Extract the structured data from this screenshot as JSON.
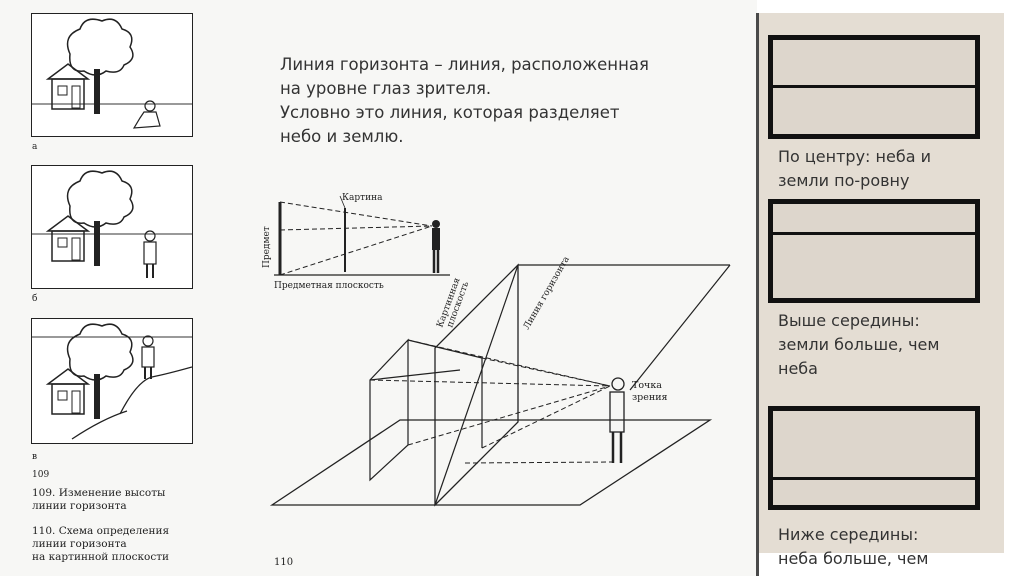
{
  "main": {
    "definition_lines": [
      "Линия горизонта – линия, расположенная",
      "на уровне глаз зрителя.",
      "Условно это линия, которая разделяет",
      "небо и землю."
    ]
  },
  "figure_left": {
    "label_a": "а",
    "label_b": "б",
    "label_c": "в",
    "fig_number": "109",
    "caption_109": "109. Изменение высоты линии горизонта",
    "caption_110_lines": [
      "110. Схема определения",
      "линии горизонта",
      "на картинной плоскости"
    ],
    "caption_109_lines": [
      "109. Изменение высоты",
      "линии горизонта"
    ]
  },
  "diagram": {
    "kartina": "Картина",
    "predmet": "Предмет",
    "predmetnaya_ploskost": "Предметная плоскость",
    "kartinnaya_ploskost_1": "Картинная",
    "kartinnaya_ploskost_2": "плоскость",
    "liniya_gorizonta": "Линия горизонта",
    "tochka_1": "Точка",
    "tochka_2": "зрения",
    "page_number": "110"
  },
  "sidebar": {
    "items": [
      {
        "lines": [
          "По центру: неба и",
          "земли по-ровну"
        ]
      },
      {
        "lines": [
          "Выше середины:",
          "земли больше, чем",
          "неба"
        ]
      },
      {
        "lines": [
          "Ниже середины:",
          "неба больше, чем"
        ]
      }
    ]
  }
}
